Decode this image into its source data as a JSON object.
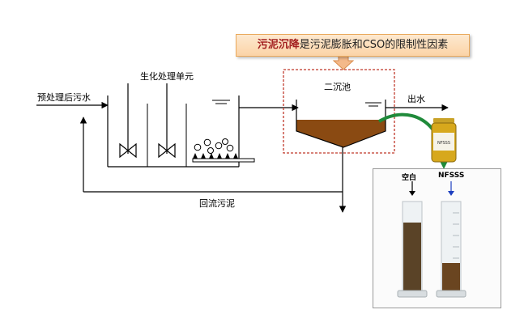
{
  "labels": {
    "influent": "预处理后污水",
    "bio_unit": "生化处理单元",
    "clarifier": "二沉池",
    "effluent": "出水",
    "return_sludge": "回流污泥"
  },
  "callout": {
    "highlight": "污泥沉降",
    "rest": "是污泥膨胀和CSO的限制性因素"
  },
  "photo": {
    "blank_label": "空白",
    "treated_label": "NFSSS",
    "bottle_label": "NFSSS"
  },
  "colors": {
    "sludge": "#8a4a12",
    "highlight_box": "#c0392b",
    "callout_text": "#a32020",
    "green_arrow": "#1f8a3a",
    "blue_arrow": "#1d3fbf"
  }
}
